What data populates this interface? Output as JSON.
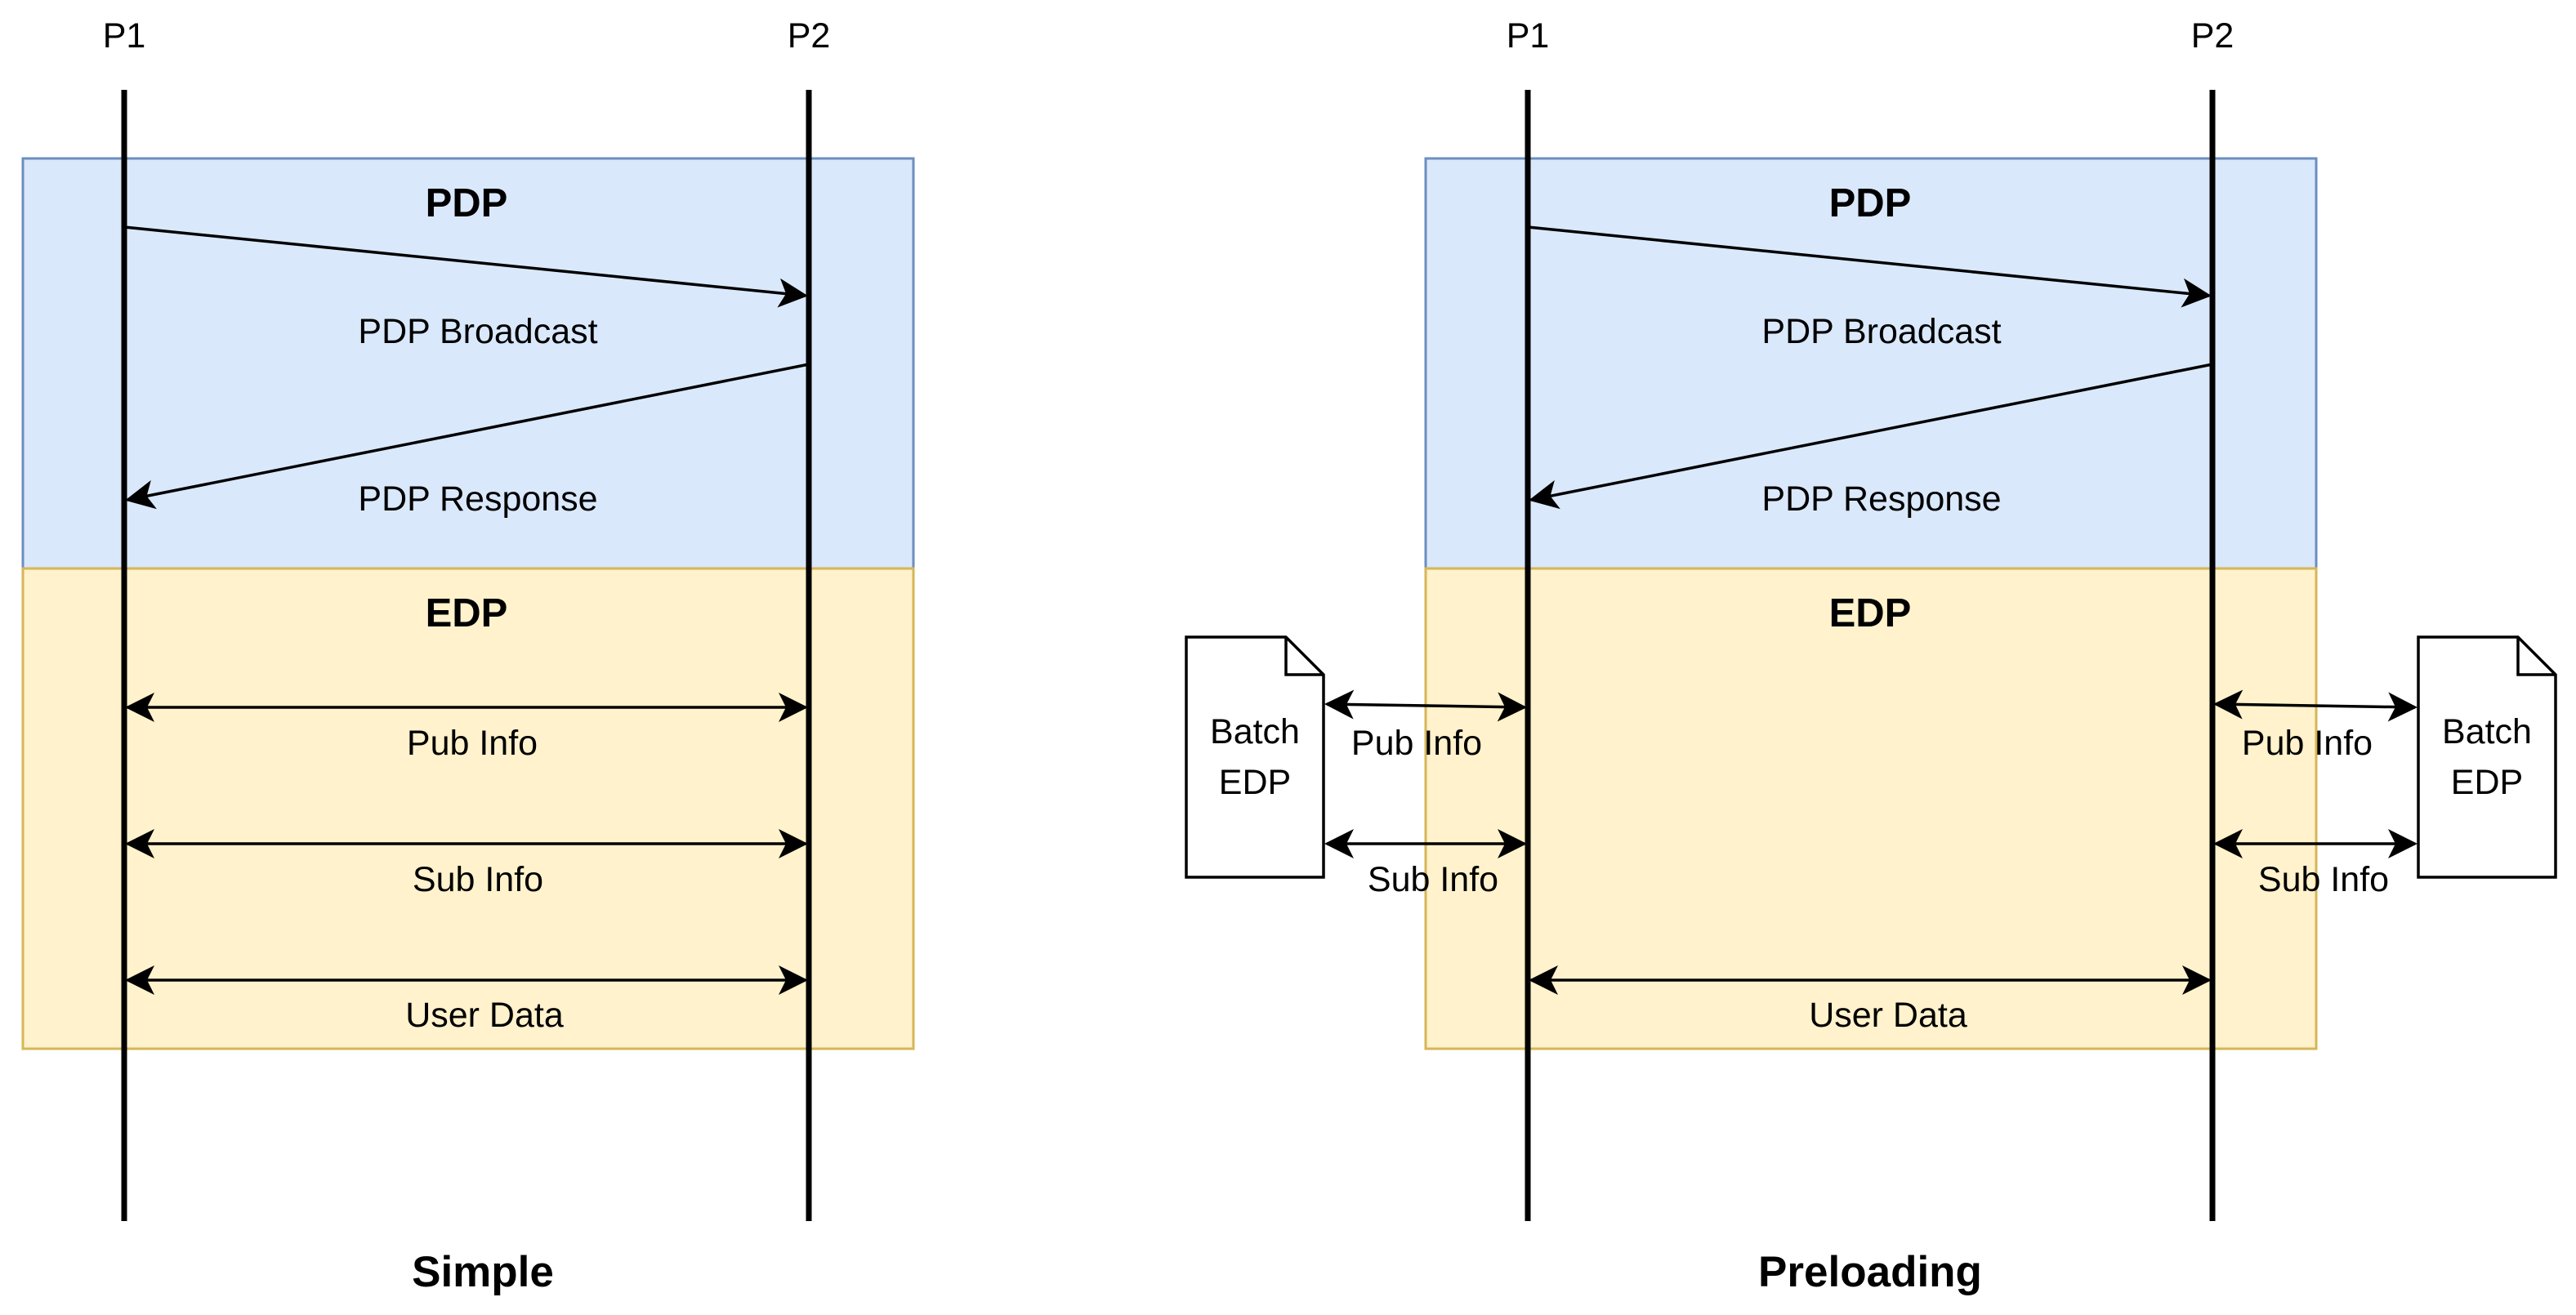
{
  "colors": {
    "pdp_fill": "#dae8fc",
    "pdp_stroke": "#6c8ebf",
    "edp_fill": "#fff2cc",
    "edp_stroke": "#d6b656",
    "line": "#000000"
  },
  "simple": {
    "participants": [
      "P1",
      "P2"
    ],
    "pdp_title": "PDP",
    "pdp_broadcast": "PDP Broadcast",
    "pdp_response": "PDP Response",
    "edp_title": "EDP",
    "pub_info": "Pub Info",
    "sub_info": "Sub Info",
    "user_data": "User Data",
    "caption": "Simple"
  },
  "preloading": {
    "participants": [
      "P1",
      "P2"
    ],
    "pdp_title": "PDP",
    "pdp_broadcast": "PDP Broadcast",
    "pdp_response": "PDP Response",
    "edp_title": "EDP",
    "batch_left": [
      "Batch",
      "EDP"
    ],
    "batch_right": [
      "Batch",
      "EDP"
    ],
    "pub_info_left": "Pub Info",
    "sub_info_left": "Sub Info",
    "pub_info_right": "Pub Info",
    "sub_info_right": "Sub Info",
    "user_data": "User Data",
    "caption": "Preloading"
  }
}
